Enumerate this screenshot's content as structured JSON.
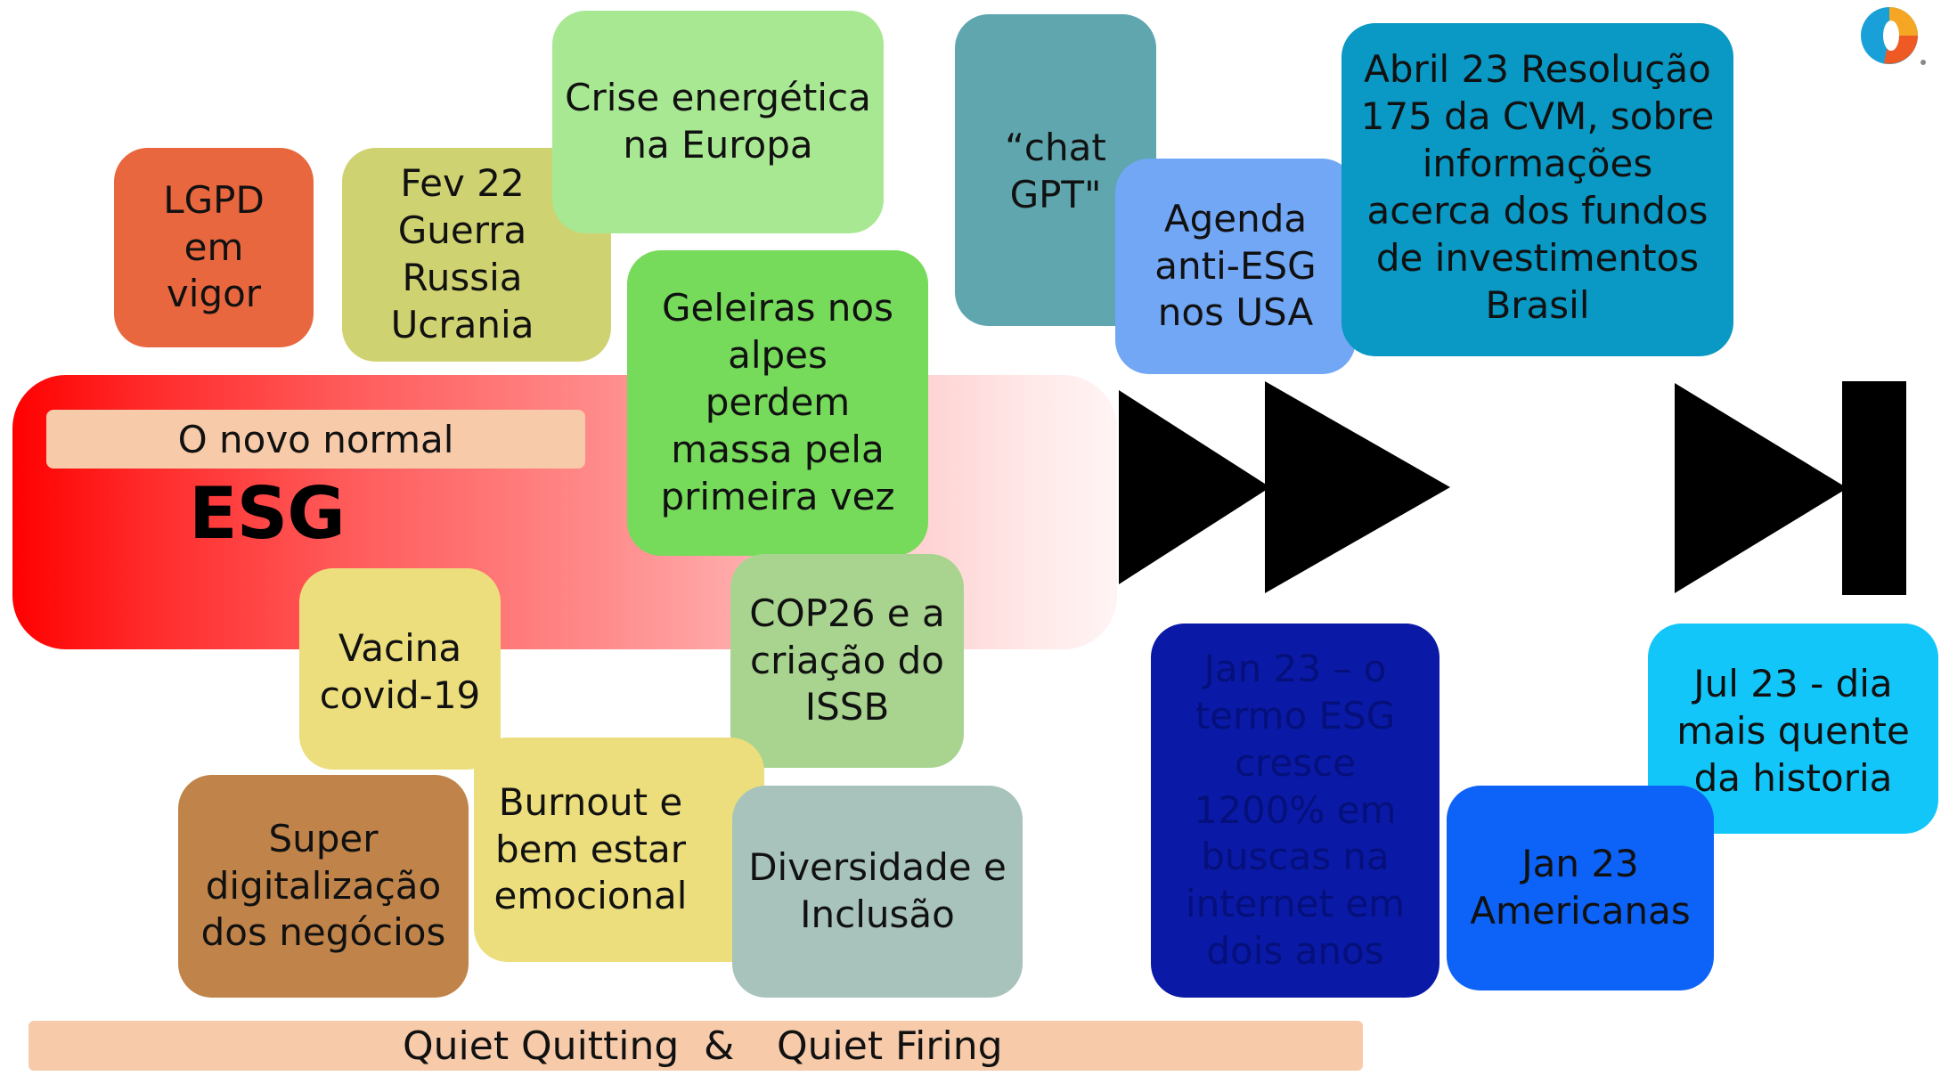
{
  "slide": {
    "esg_band": {
      "subtitle": "O novo normal",
      "title": "ESG"
    },
    "boxes": {
      "lgpd": "LGPD\nem\nvigor",
      "guerra": "Fev 22\nGuerra\nRussia\nUcrania",
      "crise": "Crise energética\nna Europa",
      "geleiras": "Geleiras nos\nalpes\nperdem\nmassa pela\nprimeira vez",
      "chatgpt": "“chat\nGPT\"",
      "anti_esg": "Agenda\nanti-ESG\nnos USA",
      "cvm": "Abril 23 Resolução\n175 da CVM, sobre\ninformações\nacerca dos fundos\nde investimentos\nBrasil",
      "vacina": "Vacina\ncovid-19",
      "cop26": "COP26 e a\ncriação do\nISSB",
      "super_digital": "Super\ndigitalização\ndos negócios",
      "burnout": "Burnout e\nbem estar\nemocional",
      "diversidade": "Diversidade e\nInclusão",
      "jan23_esg": "Jan 23 – o\ntermo ESG\ncresce\n1200% em\nbuscas na\ninternet em\ndois anos",
      "jan23_americanas": "Jan 23\nAmericanas",
      "jul23": "Jul 23 - dia\nmais quente\nda historia"
    },
    "footer": {
      "left": "Quiet Quitting",
      "amp": "&",
      "right": "Quiet Firing"
    },
    "icons": {
      "fast_forward": "fast-forward-icon",
      "skip_next": "skip-next-icon",
      "logo": "brand-logo-icon"
    },
    "colors": {
      "lgpd": "#e8673f",
      "guerra": "#cfd270",
      "crise": "#a8e893",
      "geleiras": "#76da5a",
      "chatgpt": "#5fa6ae",
      "anti_esg": "#72a7f5",
      "cvm": "#0a98c4",
      "vacina": "#ecde7c",
      "cop26": "#a8d48f",
      "super_digital": "#c0844a",
      "burnout": "#ecde7c",
      "diversidade": "#a8c3bb",
      "jan23_esg": "#0a1aa6",
      "jan23_americanas": "#0d62f7",
      "jul23": "#12c6f9",
      "band_start": "#ff0000",
      "footer_bar": "#f7cbaa"
    }
  }
}
